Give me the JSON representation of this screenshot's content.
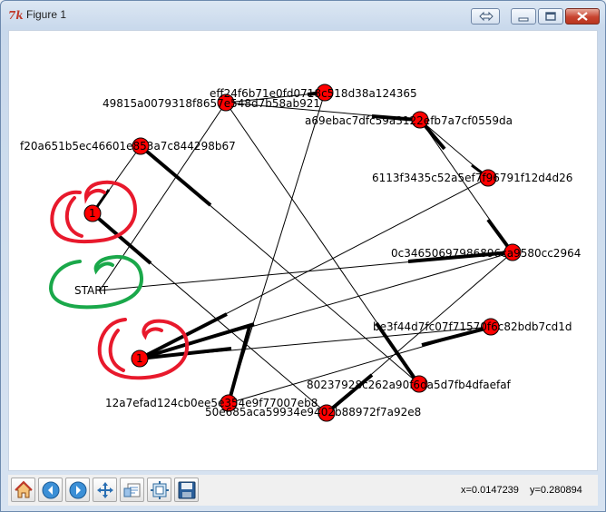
{
  "window": {
    "title": "Figure 1",
    "app_icon": "tk-feather-icon"
  },
  "titlebar_buttons": [
    "switch-window-button",
    "minimize-button",
    "maximize-button",
    "close-button"
  ],
  "nodes": [
    {
      "id": "n_49815",
      "label": "49815a0079318f8657e548d7b58ab921"
    },
    {
      "id": "n_eff24",
      "label": "eff24f6b71e0fd0718c518d38a124365"
    },
    {
      "id": "n_a69eb",
      "label": "a69ebac7dfc59a3122efb7a7cf0559da"
    },
    {
      "id": "n_f20a6",
      "label": "f20a651b5ec46601e853a7c844298b67"
    },
    {
      "id": "n_6113f",
      "label": "6113f3435c52a5ef7f96791f12d4d26"
    },
    {
      "id": "n_1a",
      "label": "1"
    },
    {
      "id": "n_0c346",
      "label": "0c34650697986896ca9580cc2964"
    },
    {
      "id": "n_start",
      "label": "START"
    },
    {
      "id": "n_be3f4",
      "label": "be3f44d7fc07f71570f6c82bdb7cd1d"
    },
    {
      "id": "n_1b",
      "label": "1"
    },
    {
      "id": "n_80237",
      "label": "80237928c262a90f6da5d7fb4dfaefaf"
    },
    {
      "id": "n_12a7e",
      "label": "12a7efad124cb0ee5e354e9f77007eb8"
    },
    {
      "id": "n_50e68",
      "label": "50e685aca59934e9402b88972f7a92e8"
    }
  ],
  "toolbar": {
    "tools": [
      "home-icon",
      "back-icon",
      "forward-icon",
      "pan-icon",
      "zoom-icon",
      "subplots-icon",
      "save-icon"
    ]
  },
  "status": {
    "x": "x=0.0147239",
    "y": "y=0.280894"
  },
  "colors": {
    "node_fill": "#ff0000",
    "edge": "#000000",
    "annotation_red": "#e8192c",
    "annotation_green": "#1aa84a"
  }
}
